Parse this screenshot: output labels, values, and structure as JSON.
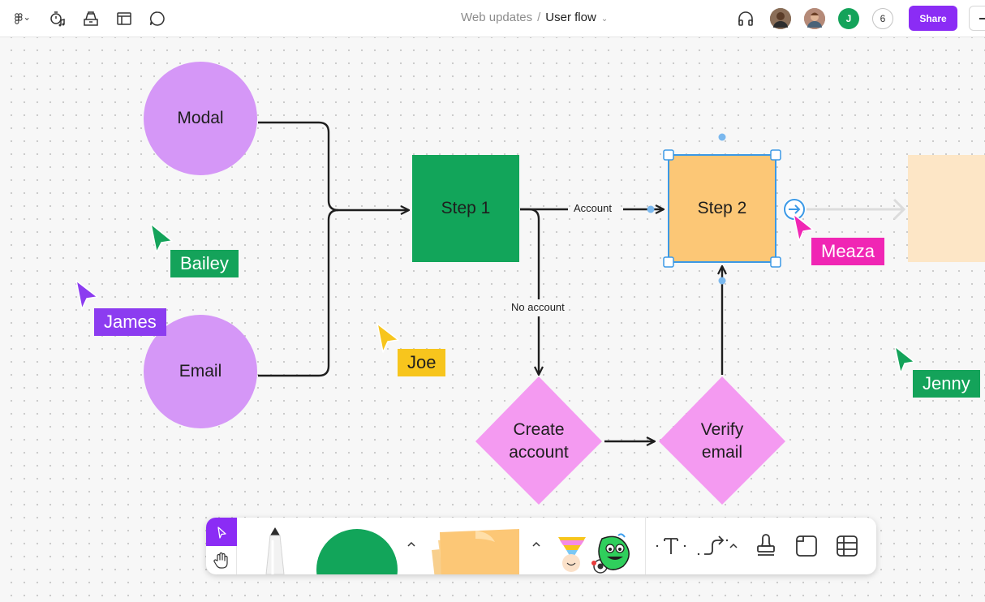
{
  "topbar": {
    "file_location": "Web updates",
    "separator": "/",
    "file_name": "User flow",
    "collaborator_initial": "J",
    "collaborator_count": "6",
    "share_label": "Share"
  },
  "canvas": {
    "shapes": {
      "modal": "Modal",
      "email": "Email",
      "step1": "Step 1",
      "step2": "Step 2",
      "create_account": "Create\naccount",
      "verify_email": "Verify\nemail"
    },
    "connector_labels": {
      "account": "Account",
      "no_account": "No account"
    },
    "cursors": [
      {
        "name": "Bailey",
        "color": "#14a35a"
      },
      {
        "name": "James",
        "color": "#8c3cf0"
      },
      {
        "name": "Joe",
        "color": "#f7c51d"
      },
      {
        "name": "Meaza",
        "color": "#f026b4"
      },
      {
        "name": "Jenny",
        "color": "#14a35a"
      }
    ]
  },
  "colors": {
    "accent": "#8b2cf5",
    "circle": "#d597f7",
    "step1": "#12a55a",
    "step2": "#fcc776",
    "diamond": "#f49af1",
    "selection": "#3b99e6"
  },
  "toolbar_icons": [
    "cursor-icon",
    "hand-icon",
    "marker-icon",
    "shape-icon",
    "sticky-note-icon",
    "stickers-icon",
    "text-icon",
    "connector-icon",
    "stamp-icon",
    "section-icon",
    "table-icon"
  ]
}
